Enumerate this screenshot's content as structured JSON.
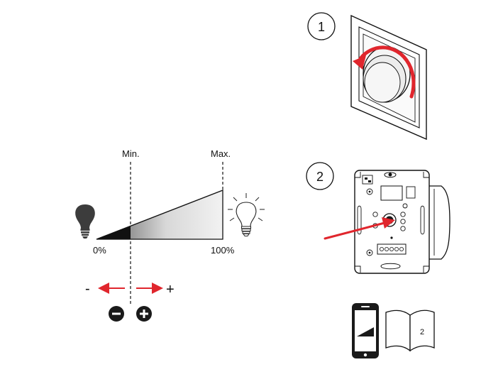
{
  "scale": {
    "min_label": "Min.",
    "max_label": "Max.",
    "start_label": "0%",
    "end_label": "100%"
  },
  "adjust": {
    "decrease_sign": "-",
    "increase_sign": "+"
  },
  "steps": [
    {
      "number": "1"
    },
    {
      "number": "2"
    }
  ],
  "manual": {
    "page_number": "2"
  },
  "colors": {
    "arrow_red": "#e0262d",
    "dark": "#1a1a1a",
    "bulb_off": "#3c3c3c"
  },
  "icons": [
    "bulb-off-icon",
    "bulb-on-icon",
    "minus-circle-icon",
    "plus-circle-icon",
    "rotary-knob-icon",
    "dimmer-module-icon",
    "smartphone-icon",
    "manual-book-icon"
  ]
}
